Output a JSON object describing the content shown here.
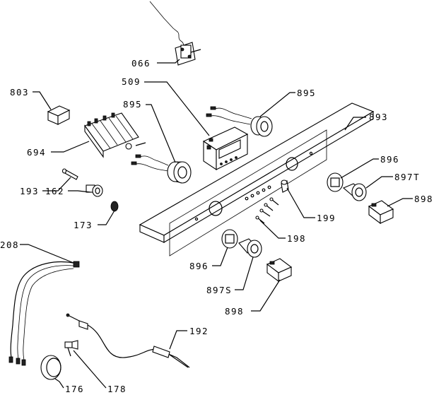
{
  "labels": {
    "p066": "066",
    "p509": "509",
    "p803": "803",
    "p895a": "895",
    "p895b": "895",
    "p893": "893",
    "p694": "694",
    "p896a": "896",
    "p897T": "897T",
    "p898a": "898",
    "p193": "193",
    "p162": "162",
    "p199": "199",
    "p173": "173",
    "p198": "198",
    "p208": "208",
    "p896b": "896",
    "p897S": "897S",
    "p898b": "898",
    "p192": "192",
    "p176": "176",
    "p178": "178"
  }
}
